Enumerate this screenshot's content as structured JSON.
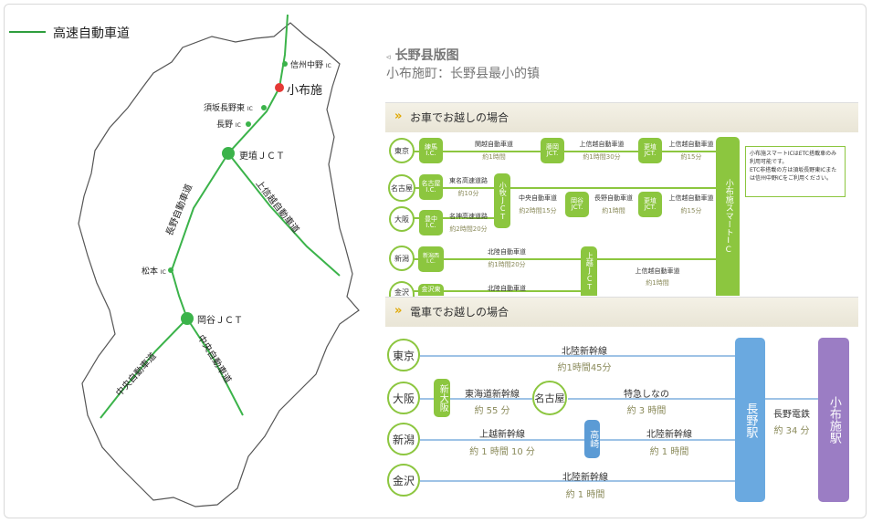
{
  "legend": {
    "label": "高速自動車道",
    "color": "#2e9e3e"
  },
  "map": {
    "places": {
      "shinshu_nakano": "信州中野",
      "obuse": "小布施",
      "suzaka": "須坂長野東",
      "nagano": "長野",
      "koshoku": "更埴ＪＣＴ",
      "matsumoto": "松本",
      "okaya": "岡谷ＪＣＴ",
      "ic_suffix": "IC"
    },
    "roads": {
      "nagano_expressway": "長野自動車道",
      "joshinetsu": "上信越自動車道",
      "chuo_1": "中央自動車道",
      "chuo_2": "中央自動車道"
    },
    "colors": {
      "road": "#3bb34a",
      "ic": "#3bb34a",
      "highlight": "#e53935",
      "border": "#555555"
    }
  },
  "info": {
    "title": "长野县版图",
    "subtitle": "小布施町：长野县最小的镇"
  },
  "car": {
    "header": "お車でお越しの場合",
    "cities": {
      "tokyo": "東京",
      "nagoya": "名古屋",
      "osaka": "大阪",
      "niigata": "新潟",
      "kanazawa": "金沢"
    },
    "ic": {
      "nerima": "練馬\nI.C.",
      "fujioka": "藤岡\nJCT.",
      "koshoku1": "更埴\nJCT.",
      "nagoya_ic": "名古屋\nI.C.",
      "komaki": "小牧JCT",
      "okaya": "岡谷\nJCT.",
      "koshoku2": "更埴\nJCT.",
      "toyonaka": "豊中\nI.C.",
      "niigatanishi": "新潟西\nI.C.",
      "joetsu": "上越JCT",
      "kanazawa_ic": "金沢東",
      "smart": "小布施スマートIC"
    },
    "roads": {
      "kanetsu": "関越自動車道",
      "kanetsu_t": "約1時間",
      "joshinetsu1": "上信越自動車道",
      "joshinetsu1_t": "約1時間30分",
      "joshinetsu2": "上信越自動車道",
      "joshinetsu2_t": "約15分",
      "tomei": "東名高速道路",
      "tomei_t": "約10分",
      "chuo": "中央自動車道",
      "chuo_t": "約2時間15分",
      "naganoexp": "長野自動車道",
      "naganoexp_t": "約1時間",
      "joshinetsu3": "上信越自動車道",
      "joshinetsu3_t": "約15分",
      "meishin": "名神高速道路",
      "meishin_t": "約2時間20分",
      "hokuriku": "北陸自動車道",
      "hokuriku_t": "約1時間20分",
      "joshinetsu4": "上信越自動車道",
      "joshinetsu4_t": "約1時間",
      "hokuriku2": "北陸自動車道"
    },
    "note": "小布施スマートICはETC搭載車のみ利用可能です。\nETC非搭載の方は須坂長野東ICまたは信州中野ICをご利用ください。"
  },
  "train": {
    "header": "電車でお越しの場合",
    "cities": {
      "tokyo": "東京",
      "osaka": "大阪",
      "nagoya": "名古屋",
      "niigata": "新潟",
      "kanazawa": "金沢"
    },
    "stations": {
      "shin_osaka": "新大阪",
      "takasaki": "高崎",
      "nagano": "長野駅",
      "obuse": "小布施駅"
    },
    "lines": {
      "tokyo": "北陸新幹線",
      "tokyo_t": "約1時間45分",
      "tokaido": "東海道新幹線",
      "tokaido_t": "約 55 分",
      "shinano": "特急しなの",
      "shinano_t": "約 3 時間",
      "joetsu": "上越新幹線",
      "joetsu_t": "約 1 時間 10 分",
      "hokuriku": "北陸新幹線",
      "hokuriku_t": "約 1 時間",
      "kanazawa": "北陸新幹線",
      "kanazawa_t": "約 1 時間",
      "nagano_dentetsu": "長野電鉄",
      "nagano_dentetsu_t": "約 34 分"
    }
  }
}
